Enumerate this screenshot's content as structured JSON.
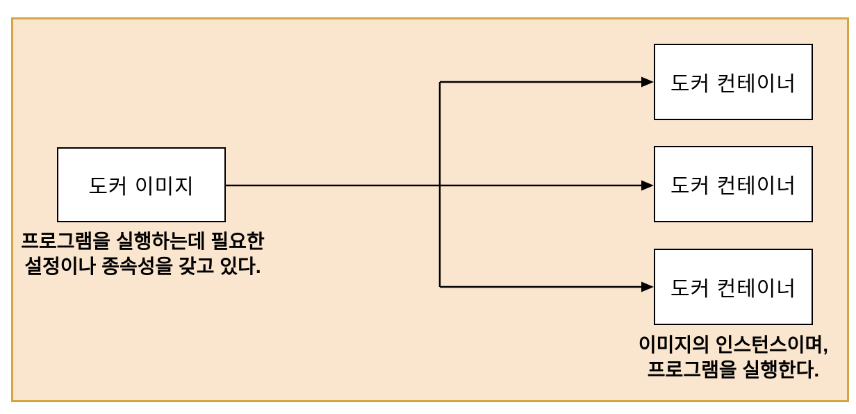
{
  "diagram": {
    "image_box": {
      "label": "도커 이미지"
    },
    "container_boxes": [
      {
        "label": "도커 컨테이너"
      },
      {
        "label": "도커 컨테이너"
      },
      {
        "label": "도커 컨테이너"
      }
    ],
    "image_caption": {
      "line1": "프로그램을 실행하는데 필요한",
      "line2": "설정이나 종속성을 갖고 있다."
    },
    "container_caption": {
      "line1": "이미지의 인스턴스이며,",
      "line2": "프로그램을 실행한다."
    },
    "colors": {
      "panel_background": "#fae5ce",
      "panel_border": "#d6a440",
      "box_background": "#ffffff",
      "box_border": "#000000",
      "arrow": "#000000",
      "text": "#000000"
    }
  }
}
